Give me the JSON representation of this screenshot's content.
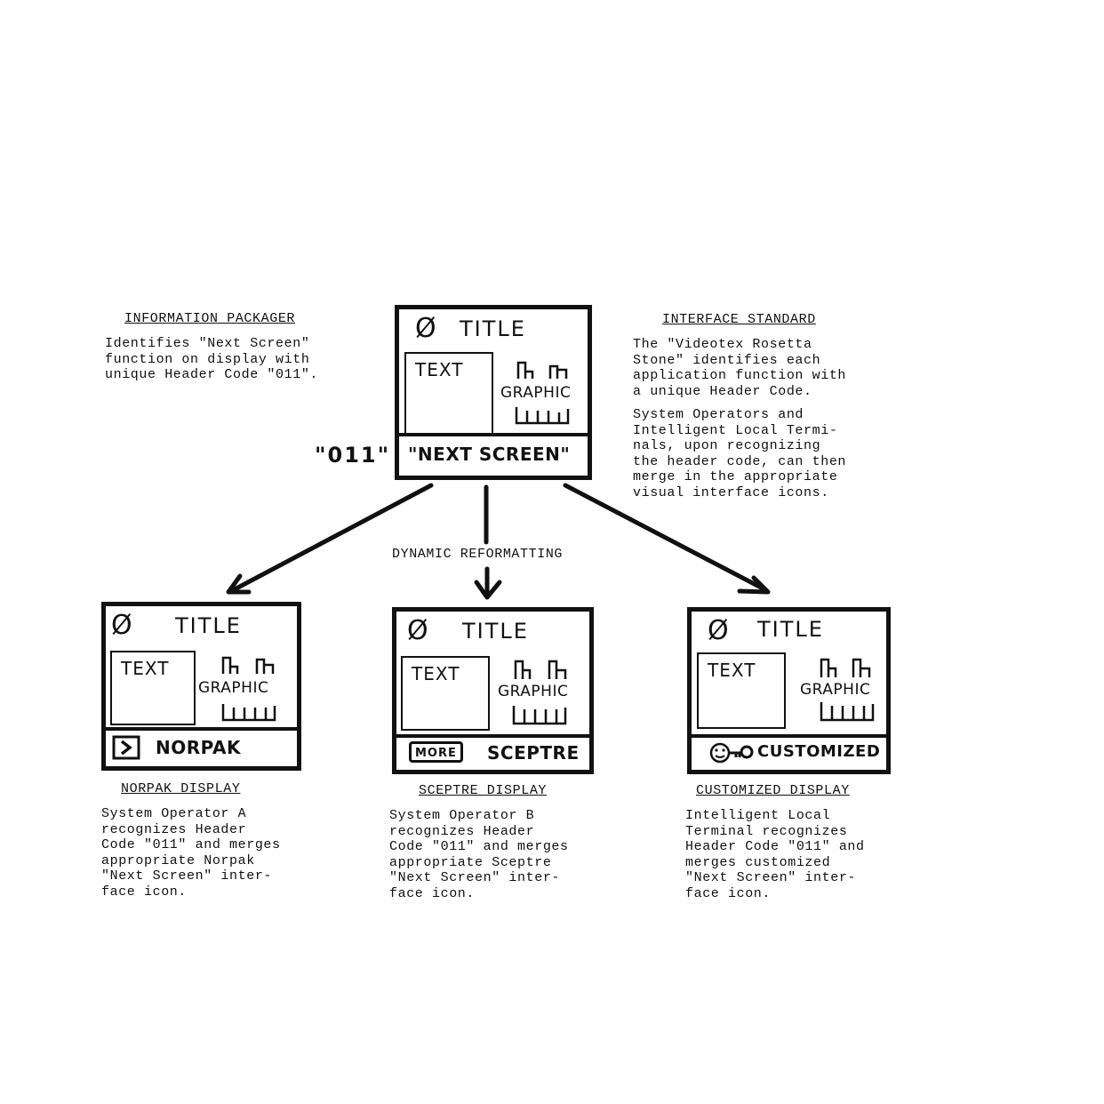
{
  "top": {
    "heading_left": "INFORMATION PACKAGER",
    "text_left": "Identifies \"Next Screen\"\nfunction on display with\nunique Header Code \"011\".",
    "heading_right": "INTERFACE STANDARD",
    "text_right_1": "The \"Videotex Rosetta\nStone\" identifies each\napplication function with\na unique Header Code.",
    "text_right_2": "System Operators and\nIntelligent Local Termi-\nnals, upon recognizing\nthe header code, can then\nmerge in the appropriate\nvisual interface icons.",
    "code_label": "\"011\"",
    "screen": {
      "null_symbol": "Ø",
      "title": "TITLE",
      "text": "TEXT",
      "graphic": "GRAPHIC",
      "footer": "\"NEXT SCREEN\""
    }
  },
  "middle_label": "DYNAMIC REFORMATTING",
  "displays": [
    {
      "null_symbol": "Ø",
      "title": "TITLE",
      "text": "TEXT",
      "graphic": "GRAPHIC",
      "icon_glyph": ">",
      "icon_name": "chevron-right-icon",
      "footer": "NORPAK",
      "heading": "NORPAK DISPLAY",
      "description": "System Operator A\nrecognizes Header\nCode \"011\" and merges\nappropriate Norpak\n\"Next Screen\" inter-\nface icon."
    },
    {
      "null_symbol": "Ø",
      "title": "TITLE",
      "text": "TEXT",
      "graphic": "GRAPHIC",
      "icon_glyph": "MORE",
      "icon_name": "more-button-icon",
      "footer": "SCEPTRE",
      "heading": "SCEPTRE DISPLAY",
      "description": "System Operator B\nrecognizes Header\nCode \"011\" and merges\nappropriate Sceptre\n\"Next Screen\" inter-\nface icon."
    },
    {
      "null_symbol": "Ø",
      "title": "TITLE",
      "text": "TEXT",
      "graphic": "GRAPHIC",
      "icon_glyph": "",
      "icon_name": "smiley-key-icon",
      "footer": "CUSTOMIZED",
      "heading": "CUSTOMIZED DISPLAY",
      "description": "Intelligent Local\nTerminal recognizes\nHeader Code \"011\" and\nmerges customized\n\"Next Screen\" inter-\nface icon."
    }
  ]
}
